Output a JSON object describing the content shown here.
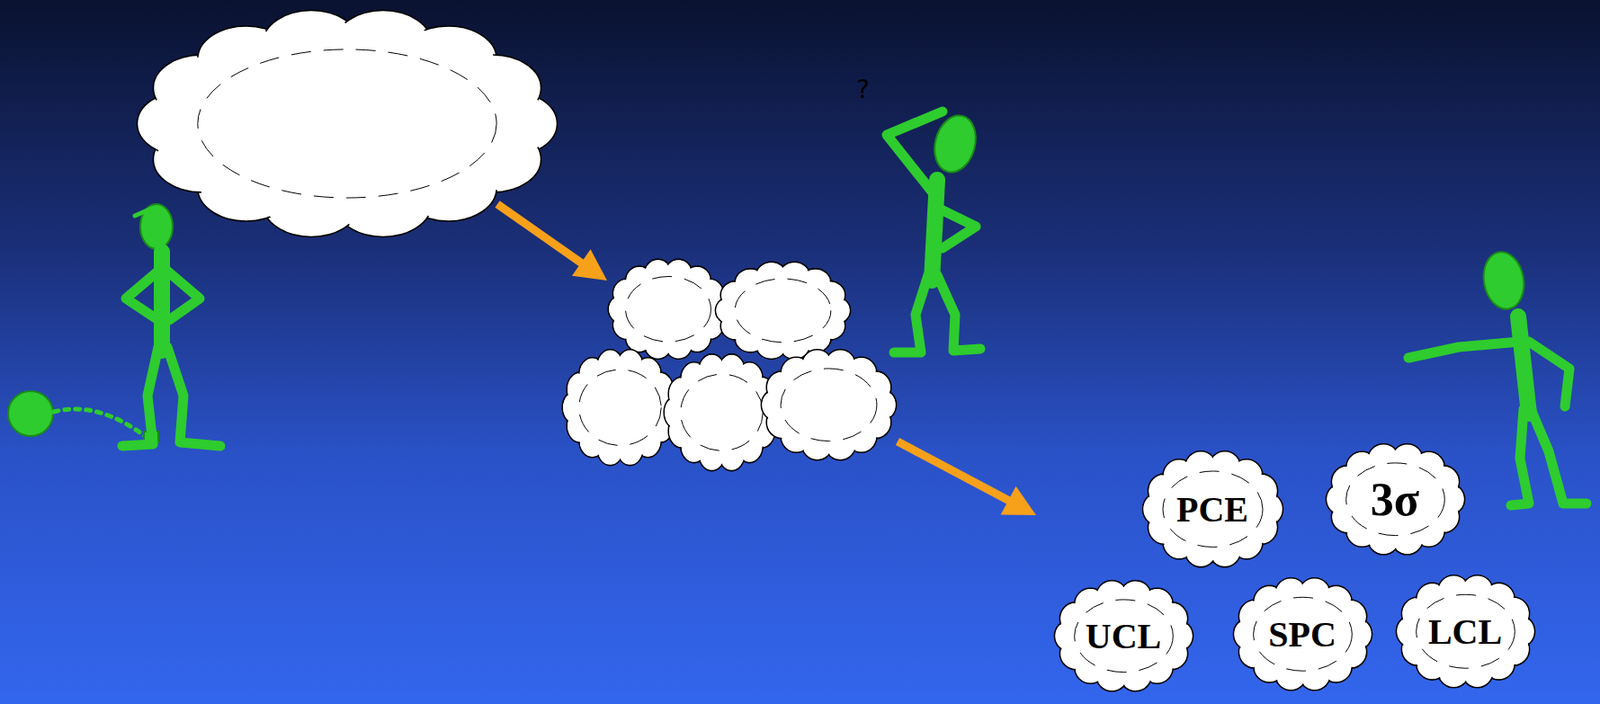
{
  "diagram": {
    "nodes": [
      {
        "text": [
          "PCE"
        ]
      },
      {
        "text": [
          "3σ"
        ]
      },
      {
        "text": [
          "UCL"
        ]
      },
      {
        "text": [
          "SPC"
        ]
      },
      {
        "text": [
          "LCL"
        ]
      }
    ],
    "labels": [
      "?"
    ]
  }
}
